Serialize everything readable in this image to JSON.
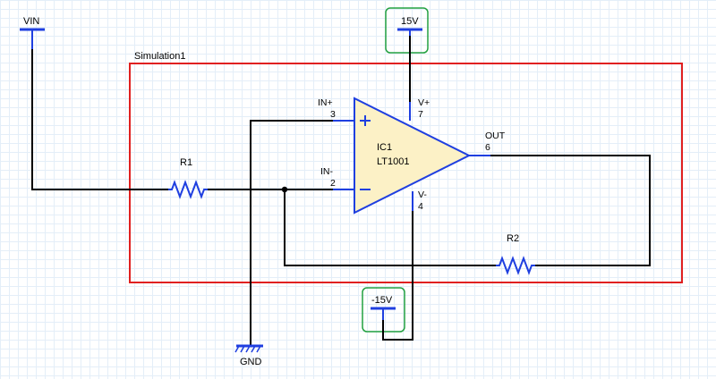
{
  "schematic": {
    "simulation_box_label": "Simulation1",
    "opamp": {
      "ref": "IC1",
      "part": "LT1001",
      "pins": {
        "in_plus": {
          "name": "IN+",
          "number": "3"
        },
        "in_minus": {
          "name": "IN-",
          "number": "2"
        },
        "v_plus": {
          "name": "V+",
          "number": "7"
        },
        "v_minus": {
          "name": "V-",
          "number": "4"
        },
        "out": {
          "name": "OUT",
          "number": "6"
        }
      }
    },
    "resistors": {
      "r1": "R1",
      "r2": "R2"
    },
    "sources": {
      "vin": "VIN",
      "vpos": "15V",
      "vneg": "-15V",
      "gnd": "GND"
    },
    "colors": {
      "wire": "#000000",
      "component": "#1f3fe0",
      "opamp_fill": "#fcf1c6",
      "sim_box": "#e02020",
      "supply_box": "#22a040",
      "grid": "#e4eef8"
    }
  }
}
